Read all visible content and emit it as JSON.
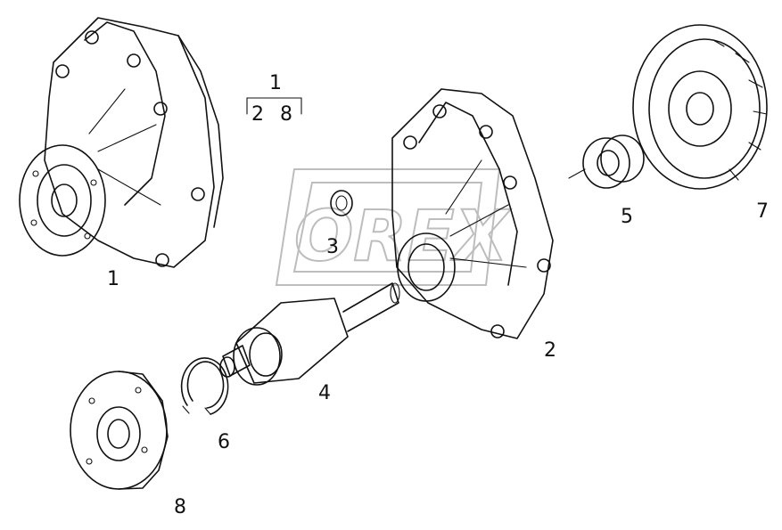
{
  "watermark": {
    "text": "OREX"
  },
  "legend": {
    "parent": "1",
    "children": [
      "2",
      "8"
    ]
  },
  "callouts": {
    "pump_assembly": "1",
    "housing": "2",
    "plug": "3",
    "shaft_bearing": "4",
    "seal": "5",
    "snap_ring": "6",
    "impeller": "7",
    "pulley_hub": "8"
  }
}
